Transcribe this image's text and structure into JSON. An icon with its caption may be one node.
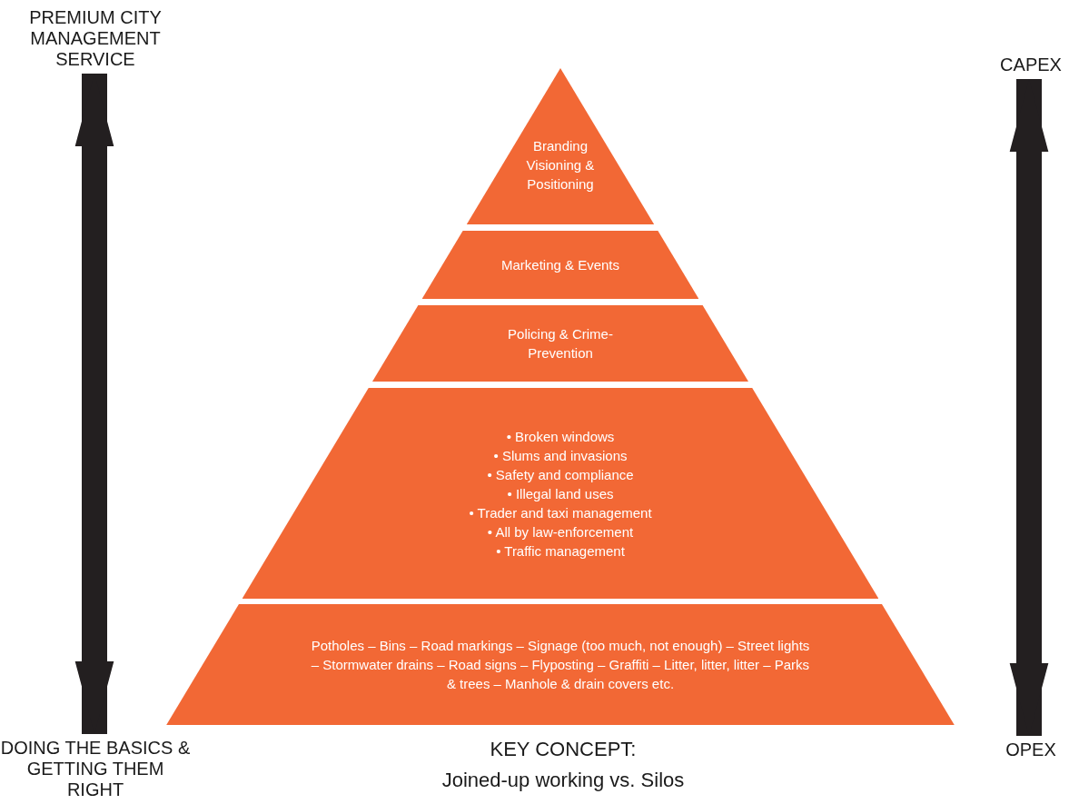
{
  "diagram": {
    "nodes": [
      {
        "text": [
          "PREMIUM CITY MANAGEMENT SERVICE"
        ]
      },
      {
        "text": [
          "DOING THE BASICS & GETTING THEM RIGHT"
        ]
      },
      {
        "text": [
          "CAPEX"
        ]
      },
      {
        "text": [
          "OPEX"
        ]
      },
      {
        "text": [
          "Branding Visioning & Positioning"
        ]
      },
      {
        "text": [
          "Marketing & Events"
        ]
      },
      {
        "text": [
          "Policing & Crime-Prevention"
        ]
      },
      {
        "text": [
          "• Broken windows",
          "• Slums and invasions",
          "• Safety and compliance",
          "• Illegal land uses",
          "• Trader and taxi management",
          "• All by law-enforcement",
          "• Traffic management"
        ]
      },
      {
        "text": [
          "Potholes – Bins – Road markings – Signage (too much, not enough) – Street lights – Stormwater drains – Road signs – Flyposting – Graffiti – Litter, litter, litter – Parks & trees – Manhole & drain covers etc."
        ]
      }
    ],
    "edges": [
      {
        "from": 0,
        "to": 1,
        "arrow": "both"
      },
      {
        "from": 2,
        "to": 3,
        "arrow": "both"
      }
    ],
    "labels": [
      "KEY CONCEPT:",
      "Joined-up working vs. Silos"
    ]
  }
}
